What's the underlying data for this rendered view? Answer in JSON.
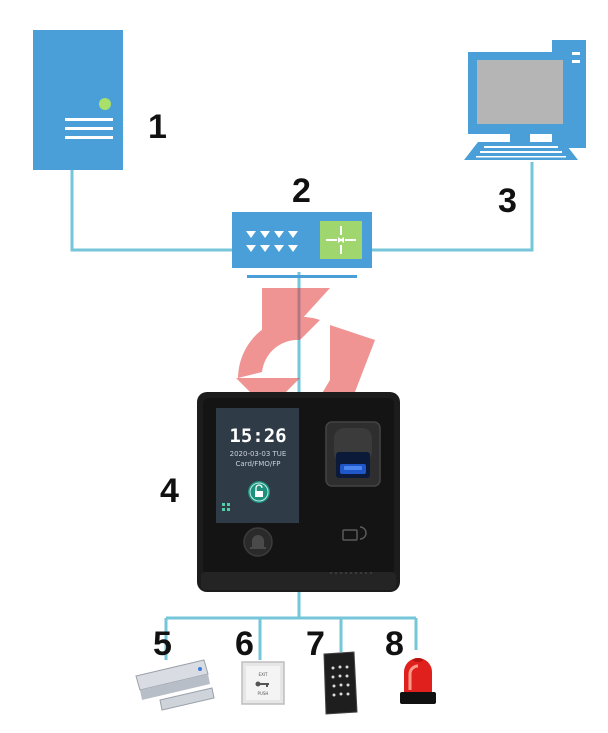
{
  "labels": {
    "server": "1",
    "switch": "2",
    "pc": "3",
    "terminal": "4",
    "magnetic_lock": "5",
    "exit_button": "6",
    "card_reader": "7",
    "alarm": "8"
  },
  "terminal_screen": {
    "time": "15:26",
    "date": "2020-03-03  TUE",
    "mode": "Card/FMO/FP"
  },
  "exit_button_text": {
    "line1": "EXIT",
    "line2": "PUSH"
  },
  "colors": {
    "device_blue": "#4a9fd8",
    "line_blue": "#74c6d8",
    "switch_green": "#9fd66e",
    "terminal_body": "#1c1c1c",
    "alarm_red": "#e0201c",
    "watermark": "#e23b3b"
  }
}
